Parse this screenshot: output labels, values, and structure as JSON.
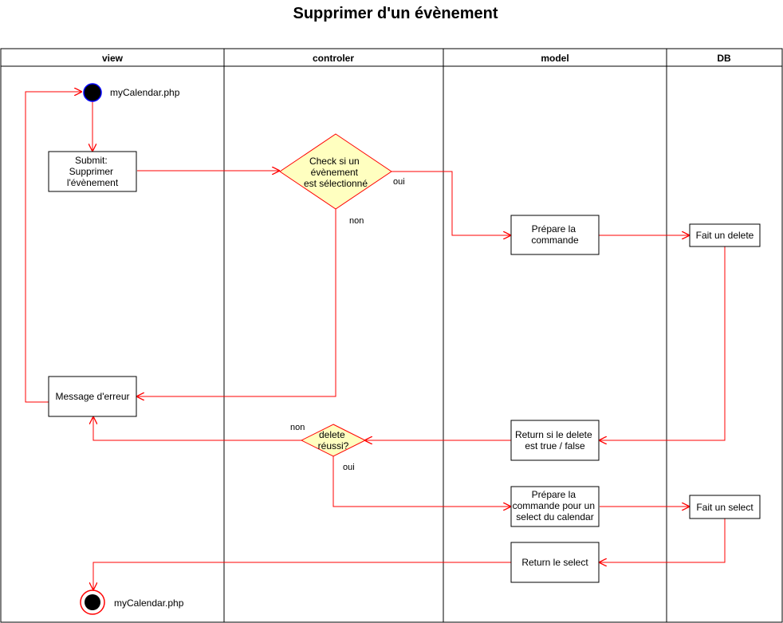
{
  "title": "Supprimer d'un évènement",
  "lanes": [
    "view",
    "controler",
    "model",
    "DB"
  ],
  "nodes": {
    "start_label": "myCalendar.php",
    "end_label": "myCalendar.php",
    "submit": [
      "Submit:",
      "Supprimer",
      "l'évènement"
    ],
    "check": [
      "Check si un",
      "évènement",
      "est sélectionné"
    ],
    "prepare_delete": [
      "Prépare la",
      "commande"
    ],
    "delete": [
      "Fait un delete"
    ],
    "error": [
      "Message d'erreur"
    ],
    "return_delete": [
      "Return si le delete",
      "est true / false"
    ],
    "delete_ok": [
      "delete",
      "réussi?"
    ],
    "prepare_select": [
      "Prépare la",
      "commande pour un",
      "select du calendar"
    ],
    "select": [
      "Fait un select"
    ],
    "return_select": [
      "Return le select"
    ]
  },
  "edge_labels": {
    "check_yes": "oui",
    "check_no": "non",
    "delete_no": "non",
    "delete_yes": "oui"
  },
  "colors": {
    "edge": "#ff0000",
    "decision_fill": "#ffffc0",
    "decision_stroke": "#ff0000",
    "start_fill": "#000000",
    "start_stroke": "#0000ff",
    "end_ring": "#ff0000"
  }
}
